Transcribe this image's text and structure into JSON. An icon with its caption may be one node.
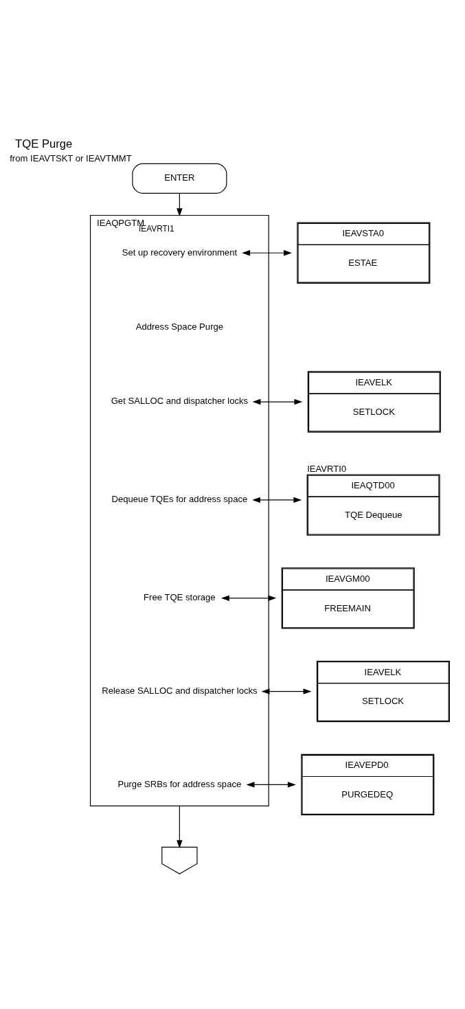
{
  "diagram": {
    "title": "TQE Purge",
    "nodes": [
      {
        "text": [
          "ENTER"
        ],
        "beside": [
          "from IEAVTSKT or IEAVTMMT"
        ]
      },
      {
        "text": [
          "IEAQPGTM"
        ],
        "beside": [
          "IEAVRTI1"
        ]
      },
      {
        "text": [
          "Set up recovery environment"
        ],
        "in": 1
      },
      {
        "text": [
          "Get SALLOC and dispatcher locks"
        ],
        "in": 1
      },
      {
        "text": [
          "Dequeue TQEs for address space"
        ],
        "in": 1
      },
      {
        "text": [
          "Free TQE storage"
        ],
        "in": 1
      },
      {
        "text": [
          "Release SALLOC and dispatcher locks"
        ],
        "in": 1
      },
      {
        "text": [
          "Purge SRBs for address space"
        ],
        "in": 1
      },
      {
        "text": [
          "IEAVSTA0",
          "ESTAE"
        ]
      },
      {
        "text": [
          "IEAVELK",
          "SETLOCK"
        ]
      },
      {
        "text": [
          "IEAQTD00",
          "TQE Dequeue"
        ],
        "beside": [
          "IEAVRTI0"
        ]
      },
      {
        "text": [
          "IEAVGM00",
          "FREEMAIN"
        ]
      },
      {
        "text": [
          "IEAVELK",
          "SETLOCK"
        ]
      },
      {
        "text": [
          "IEAVEPD0",
          "PURGEDEQ"
        ]
      },
      {
        "text": [],
        "shape": "pentagon"
      }
    ],
    "edges": [
      {
        "from": 0,
        "to": 2,
        "arrow": "to"
      },
      {
        "from": 2,
        "to": 8,
        "arrow": "both"
      },
      {
        "from": 3,
        "to": 9,
        "arrow": "both"
      },
      {
        "from": 4,
        "to": 10,
        "arrow": "both"
      },
      {
        "from": 5,
        "to": 11,
        "arrow": "both"
      },
      {
        "from": 6,
        "to": 12,
        "arrow": "both"
      },
      {
        "from": 7,
        "to": 13,
        "arrow": "both"
      },
      {
        "from": 1,
        "to": 14,
        "arrow": "to"
      }
    ],
    "labels": [
      "Address Space Purge"
    ]
  }
}
